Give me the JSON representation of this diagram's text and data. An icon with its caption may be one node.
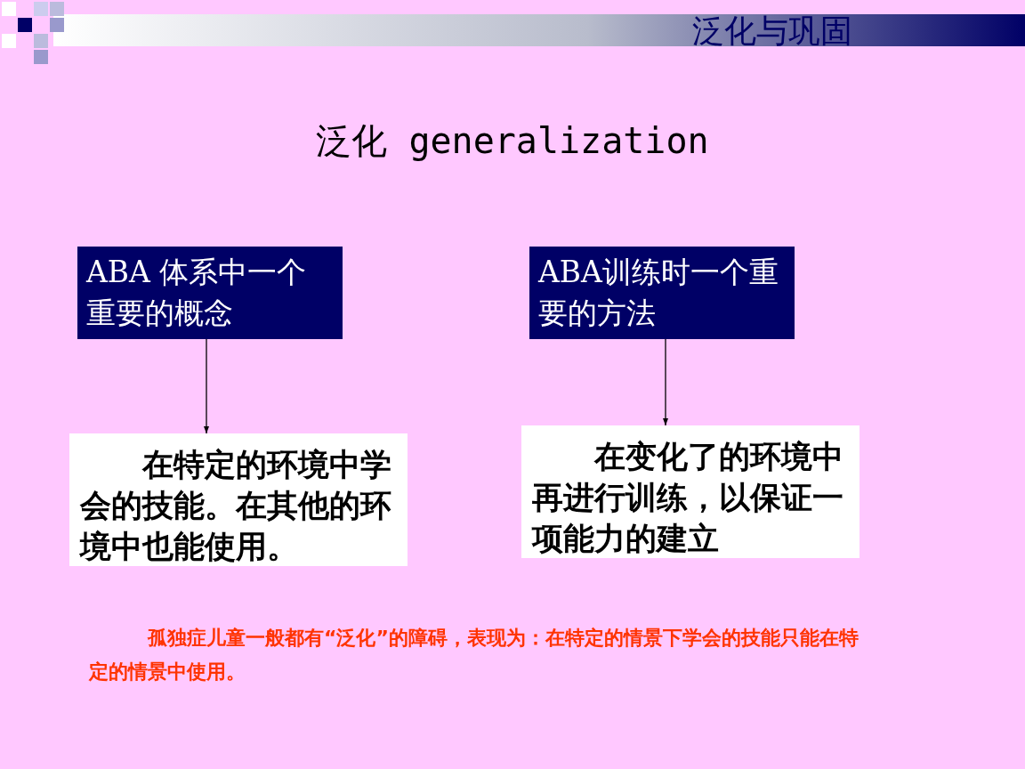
{
  "diagram": {
    "title": "泛化 generalization",
    "nodes": [
      {
        "text": [
          "ABA 体系中一个重要的概念"
        ]
      },
      {
        "text": [
          "ABA训练时一个重要的方法"
        ]
      },
      {
        "text": [
          "在特定的环境中学会的技能。在其他的环境中也能使用。"
        ]
      },
      {
        "text": [
          "在变化了的环境中再进行训练，以保证一项能力的建立"
        ]
      }
    ],
    "edges": [
      {
        "from": 0,
        "to": 2,
        "arrow": "to"
      },
      {
        "from": 1,
        "to": 3,
        "arrow": "to"
      }
    ],
    "labels": [
      "泛化与巩固",
      "孤独症儿童一般都有“泛化”的障碍，表现为：在特定的情景下学会的技能只能在特定的情景中使用。"
    ]
  }
}
